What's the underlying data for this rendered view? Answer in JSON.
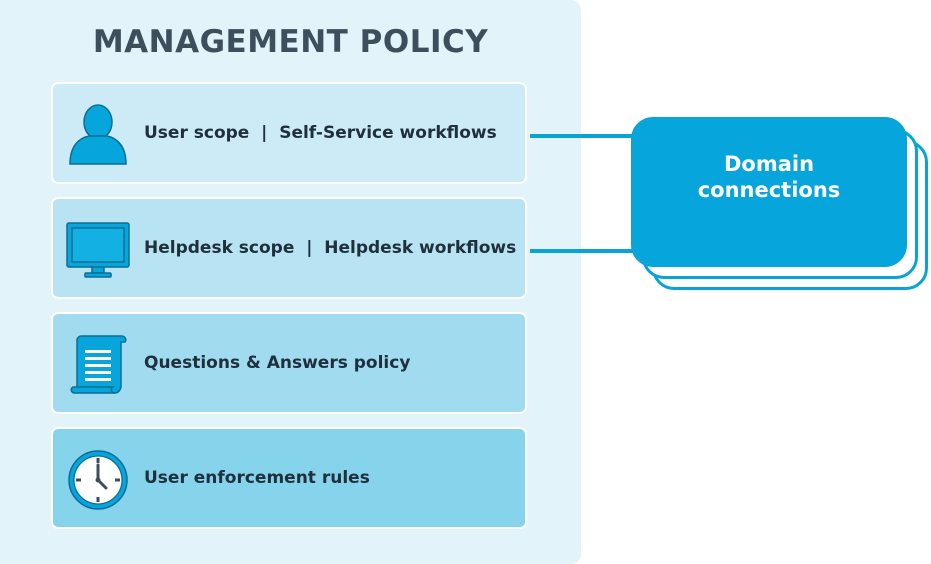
{
  "title": "MANAGEMENT POLICY",
  "items": [
    {
      "label": "User scope  |  Self-Service workflows",
      "icon": "user-icon"
    },
    {
      "label": "Helpdesk scope  |  Helpdesk workflows",
      "icon": "monitor-icon"
    },
    {
      "label": "Questions & Answers policy",
      "icon": "scroll-document-icon"
    },
    {
      "label": "User enforcement rules",
      "icon": "clock-icon"
    }
  ],
  "domain_connections": {
    "label": "Domain\nconnections"
  },
  "colors": {
    "accent": "#06a6dc",
    "title": "#3d4f5c",
    "panel_background": "#e3f3fa"
  }
}
